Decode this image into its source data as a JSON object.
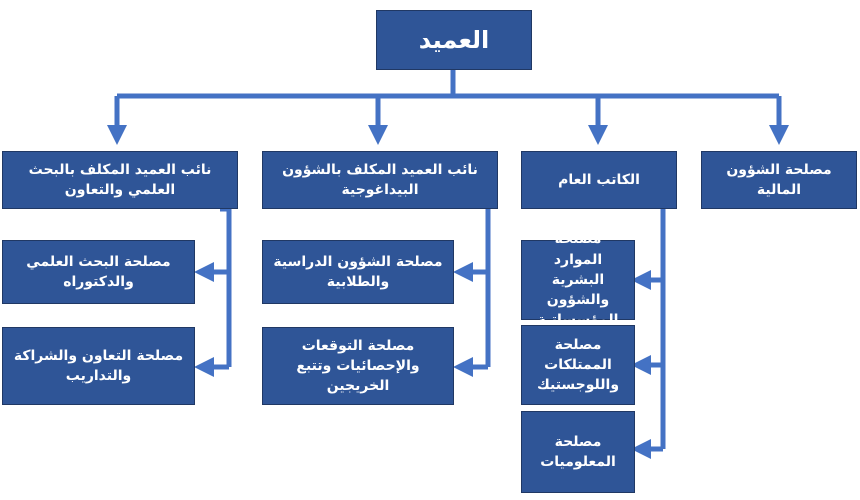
{
  "colors": {
    "box_fill": "#2F5597",
    "box_border": "#203864",
    "connector": "#4472C4",
    "text": "#FFFFFF"
  },
  "root": {
    "label": "العميد"
  },
  "level1": [
    {
      "key": "research",
      "label": "نائب العميد المكلف بالبحث العلمي والتعاون"
    },
    {
      "key": "pedagogy",
      "label": "نائب العميد المكلف بالشؤون البيداغوجية"
    },
    {
      "key": "secretary",
      "label": "الكاتب العام"
    },
    {
      "key": "finance",
      "label": "مصلحة الشؤون المالية"
    }
  ],
  "research_units": [
    {
      "label": "مصلحة البحث العلمي والدكتوراه"
    },
    {
      "label": "مصلحة التعاون والشراكة والتداريب"
    }
  ],
  "pedagogy_units": [
    {
      "label": "مصلحة الشؤون الدراسية والطلابية"
    },
    {
      "label": "مصلحة التوقعات والإحصائيات وتتبع الخريجين"
    }
  ],
  "secretary_units": [
    {
      "label": "مصلحة الموارد البشرية والشؤون المؤسساتية"
    },
    {
      "label": "مصلحة الممتلكات واللوجستيك"
    },
    {
      "label": "مصلحة المعلوميات"
    }
  ]
}
